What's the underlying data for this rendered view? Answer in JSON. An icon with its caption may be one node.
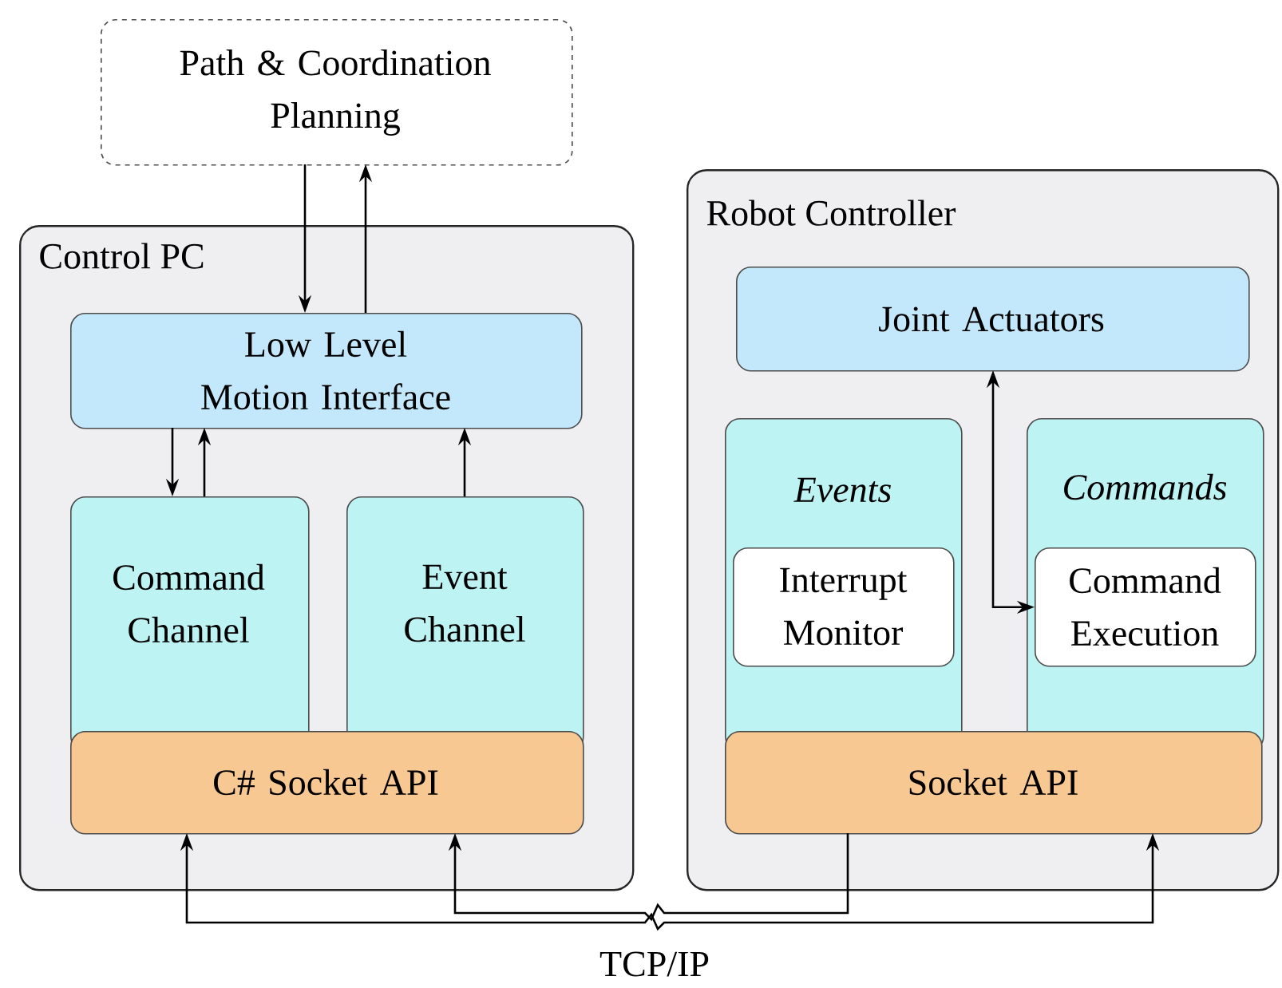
{
  "diagram": {
    "nodes": [
      {
        "text": [
          "Path & Coordination Planning"
        ]
      },
      {
        "text": [
          "Control PC"
        ]
      },
      {
        "text": [
          "Low Level Motion Interface"
        ],
        "in": 1
      },
      {
        "text": [
          "Command Channel"
        ],
        "in": 1
      },
      {
        "text": [
          "Event Channel"
        ],
        "in": 1
      },
      {
        "text": [
          "C# Socket API"
        ],
        "in": 1
      },
      {
        "text": [
          "Robot Controller"
        ]
      },
      {
        "text": [
          "Joint Actuators"
        ],
        "in": 6
      },
      {
        "text": [
          "Events"
        ],
        "in": 6
      },
      {
        "text": [
          "Interrupt Monitor"
        ],
        "in": 8
      },
      {
        "text": [
          "Commands"
        ],
        "in": 6
      },
      {
        "text": [
          "Command Execution"
        ],
        "in": 10
      },
      {
        "text": [
          "Socket API"
        ],
        "in": 6
      }
    ],
    "edges": [
      {
        "from": 0,
        "to": 2,
        "arrow": "to"
      },
      {
        "from": 2,
        "to": 0,
        "arrow": "to"
      },
      {
        "from": 2,
        "to": 3,
        "arrow": "to"
      },
      {
        "from": 3,
        "to": 2,
        "arrow": "to"
      },
      {
        "from": 4,
        "to": 2,
        "arrow": "to"
      },
      {
        "from": 7,
        "to": 11,
        "arrow": "both"
      },
      {
        "from": 12,
        "to": 5,
        "arrow": "to"
      },
      {
        "from": 5,
        "to": 12,
        "arrow": "both"
      }
    ],
    "labels": [
      "TCP/IP"
    ]
  }
}
